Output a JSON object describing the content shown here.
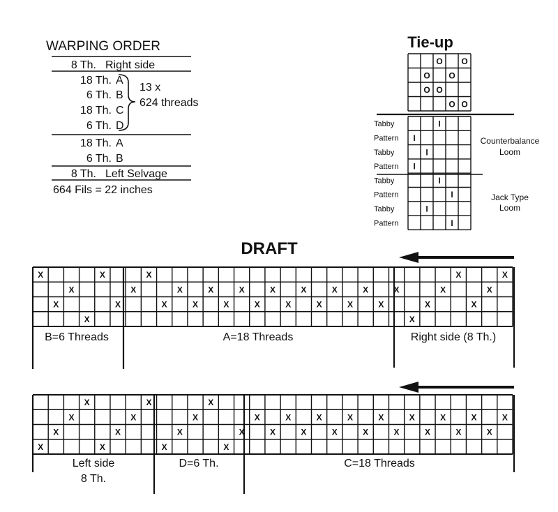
{
  "warping_order": {
    "title": "WARPING ORDER",
    "rows": [
      {
        "count": "8 Th.",
        "label": "Right side"
      },
      {
        "count": "18 Th.",
        "label": "A"
      },
      {
        "count": "6 Th.",
        "label": "B"
      },
      {
        "count": "18 Th.",
        "label": "C"
      },
      {
        "count": "6 Th.",
        "label": "D"
      },
      {
        "count": "18 Th.",
        "label": "A"
      },
      {
        "count": "6 Th.",
        "label": "B"
      },
      {
        "count": "8 Th.",
        "label": "Left Selvage"
      }
    ],
    "repeat_line1": "13 x",
    "repeat_line2": "624 threads",
    "total": "664 Fils  = 22 inches"
  },
  "tieup": {
    "title": "Tie-up",
    "symbol_o": "O",
    "symbol_i": "I",
    "grid": [
      [
        0,
        0,
        1,
        0,
        1
      ],
      [
        0,
        1,
        0,
        1,
        0
      ],
      [
        0,
        1,
        1,
        0,
        0
      ],
      [
        0,
        0,
        0,
        1,
        1
      ]
    ],
    "treadling_labels": [
      "Tabby",
      "Pattern",
      "Tabby",
      "Pattern",
      "Tabby",
      "Pattern",
      "Tabby",
      "Pattern"
    ],
    "treadling_marks": [
      3,
      1,
      2,
      1,
      3,
      4,
      2,
      4
    ],
    "counterbalance_line1": "Counterbalance",
    "counterbalance_line2": "Loom",
    "jack_line1": "Jack Type",
    "jack_line2": "Loom"
  },
  "draft": {
    "title": "DRAFT",
    "symbol": "X",
    "block1": {
      "shafts": [
        1,
        3,
        2,
        4,
        1,
        3,
        2,
        1,
        3,
        2,
        3,
        2,
        3,
        2,
        3,
        2,
        3,
        2,
        3,
        2,
        3,
        2,
        3,
        2,
        4,
        3,
        2,
        1,
        3,
        2,
        1
      ],
      "labels": [
        "B=6 Threads",
        "A=18 Threads",
        "Right side (8 Th.)"
      ]
    },
    "block2": {
      "shafts": [
        4,
        3,
        2,
        1,
        4,
        3,
        2,
        1,
        4,
        3,
        2,
        1,
        4,
        3,
        2,
        3,
        2,
        3,
        2,
        3,
        2,
        3,
        2,
        3,
        2,
        3,
        2,
        3,
        2,
        3,
        2
      ],
      "labels_left_line1": "Left side",
      "labels_left_line2": "8 Th.",
      "label_mid": "D=6 Th.",
      "label_right": "C=18 Threads"
    }
  }
}
